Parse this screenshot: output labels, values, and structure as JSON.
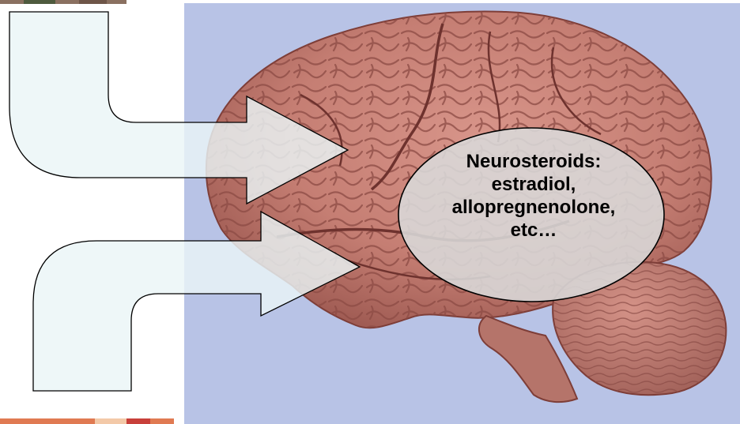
{
  "callout": {
    "lines": [
      "Neurosteroids:",
      "estradiol,",
      "allopregnenolone,",
      "etc…"
    ]
  },
  "colors": {
    "photo_background": "#b8c3e6",
    "brain": "#c57e73",
    "arrow_fill": "#eaf5f7",
    "callout_fill": "#d9d9d9"
  },
  "images": {
    "brain_photo": "brain-photo",
    "top_thumbnail": "top-left-photo-strip",
    "bottom_thumbnail": "bottom-left-photo-strip"
  }
}
